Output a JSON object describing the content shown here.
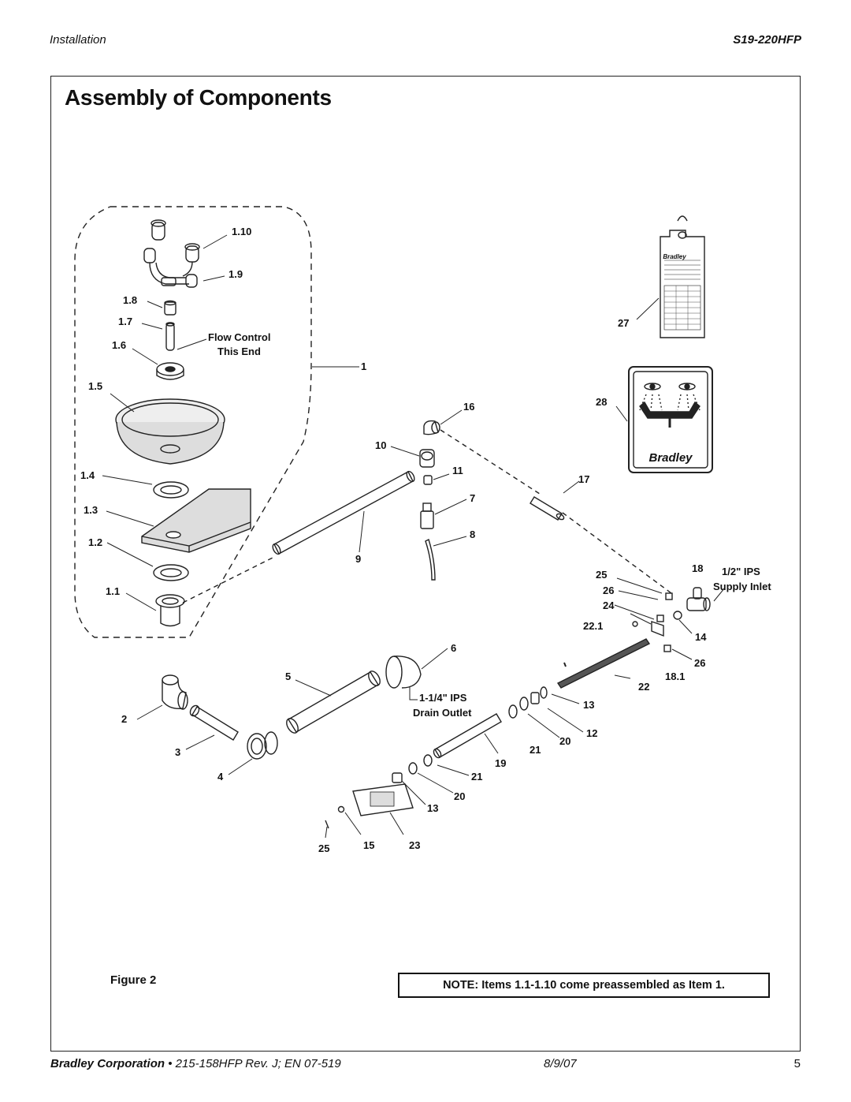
{
  "header": {
    "section": "Installation",
    "model": "S19-220HFP"
  },
  "title": "Assembly of Components",
  "callouts": {
    "c1_10": "1.10",
    "c1_9": "1.9",
    "c1_8": "1.8",
    "c1_7": "1.7",
    "c1_6": "1.6",
    "c1_5": "1.5",
    "c1_4": "1.4",
    "c1_3": "1.3",
    "c1_2": "1.2",
    "c1_1": "1.1",
    "c1": "1",
    "flow1": "Flow Control",
    "flow2": "This End",
    "c16": "16",
    "c10": "10",
    "c11": "11",
    "c7": "7",
    "c8": "8",
    "c9": "9",
    "c27": "27",
    "c28": "28",
    "c17": "17",
    "c25a": "25",
    "c26a": "26",
    "c24": "24",
    "c18": "18",
    "inlet1": "1/2\" IPS",
    "inlet2": "Supply Inlet",
    "c22_1": "22.1",
    "c14": "14",
    "c26b": "26",
    "c18_1": "18.1",
    "c22": "22",
    "c6": "6",
    "c5": "5",
    "drain1": "1-1/4\" IPS",
    "drain2": "Drain Outlet",
    "c2": "2",
    "c3": "3",
    "c4": "4",
    "c13a": "13",
    "c12": "12",
    "c20a": "20",
    "c21a": "21",
    "c19": "19",
    "c21b": "21",
    "c20b": "20",
    "c13b": "13",
    "c25b": "25",
    "c15": "15",
    "c23": "23"
  },
  "logo_text": "Bradley",
  "figure_label": "Figure 2",
  "note": "NOTE: Items 1.1-1.10 come preassembled as Item 1.",
  "footer": {
    "company": "Bradley Corporation",
    "doc": " • 215-158HFP Rev. J; EN 07-519",
    "date": "8/9/07",
    "page": "5"
  }
}
